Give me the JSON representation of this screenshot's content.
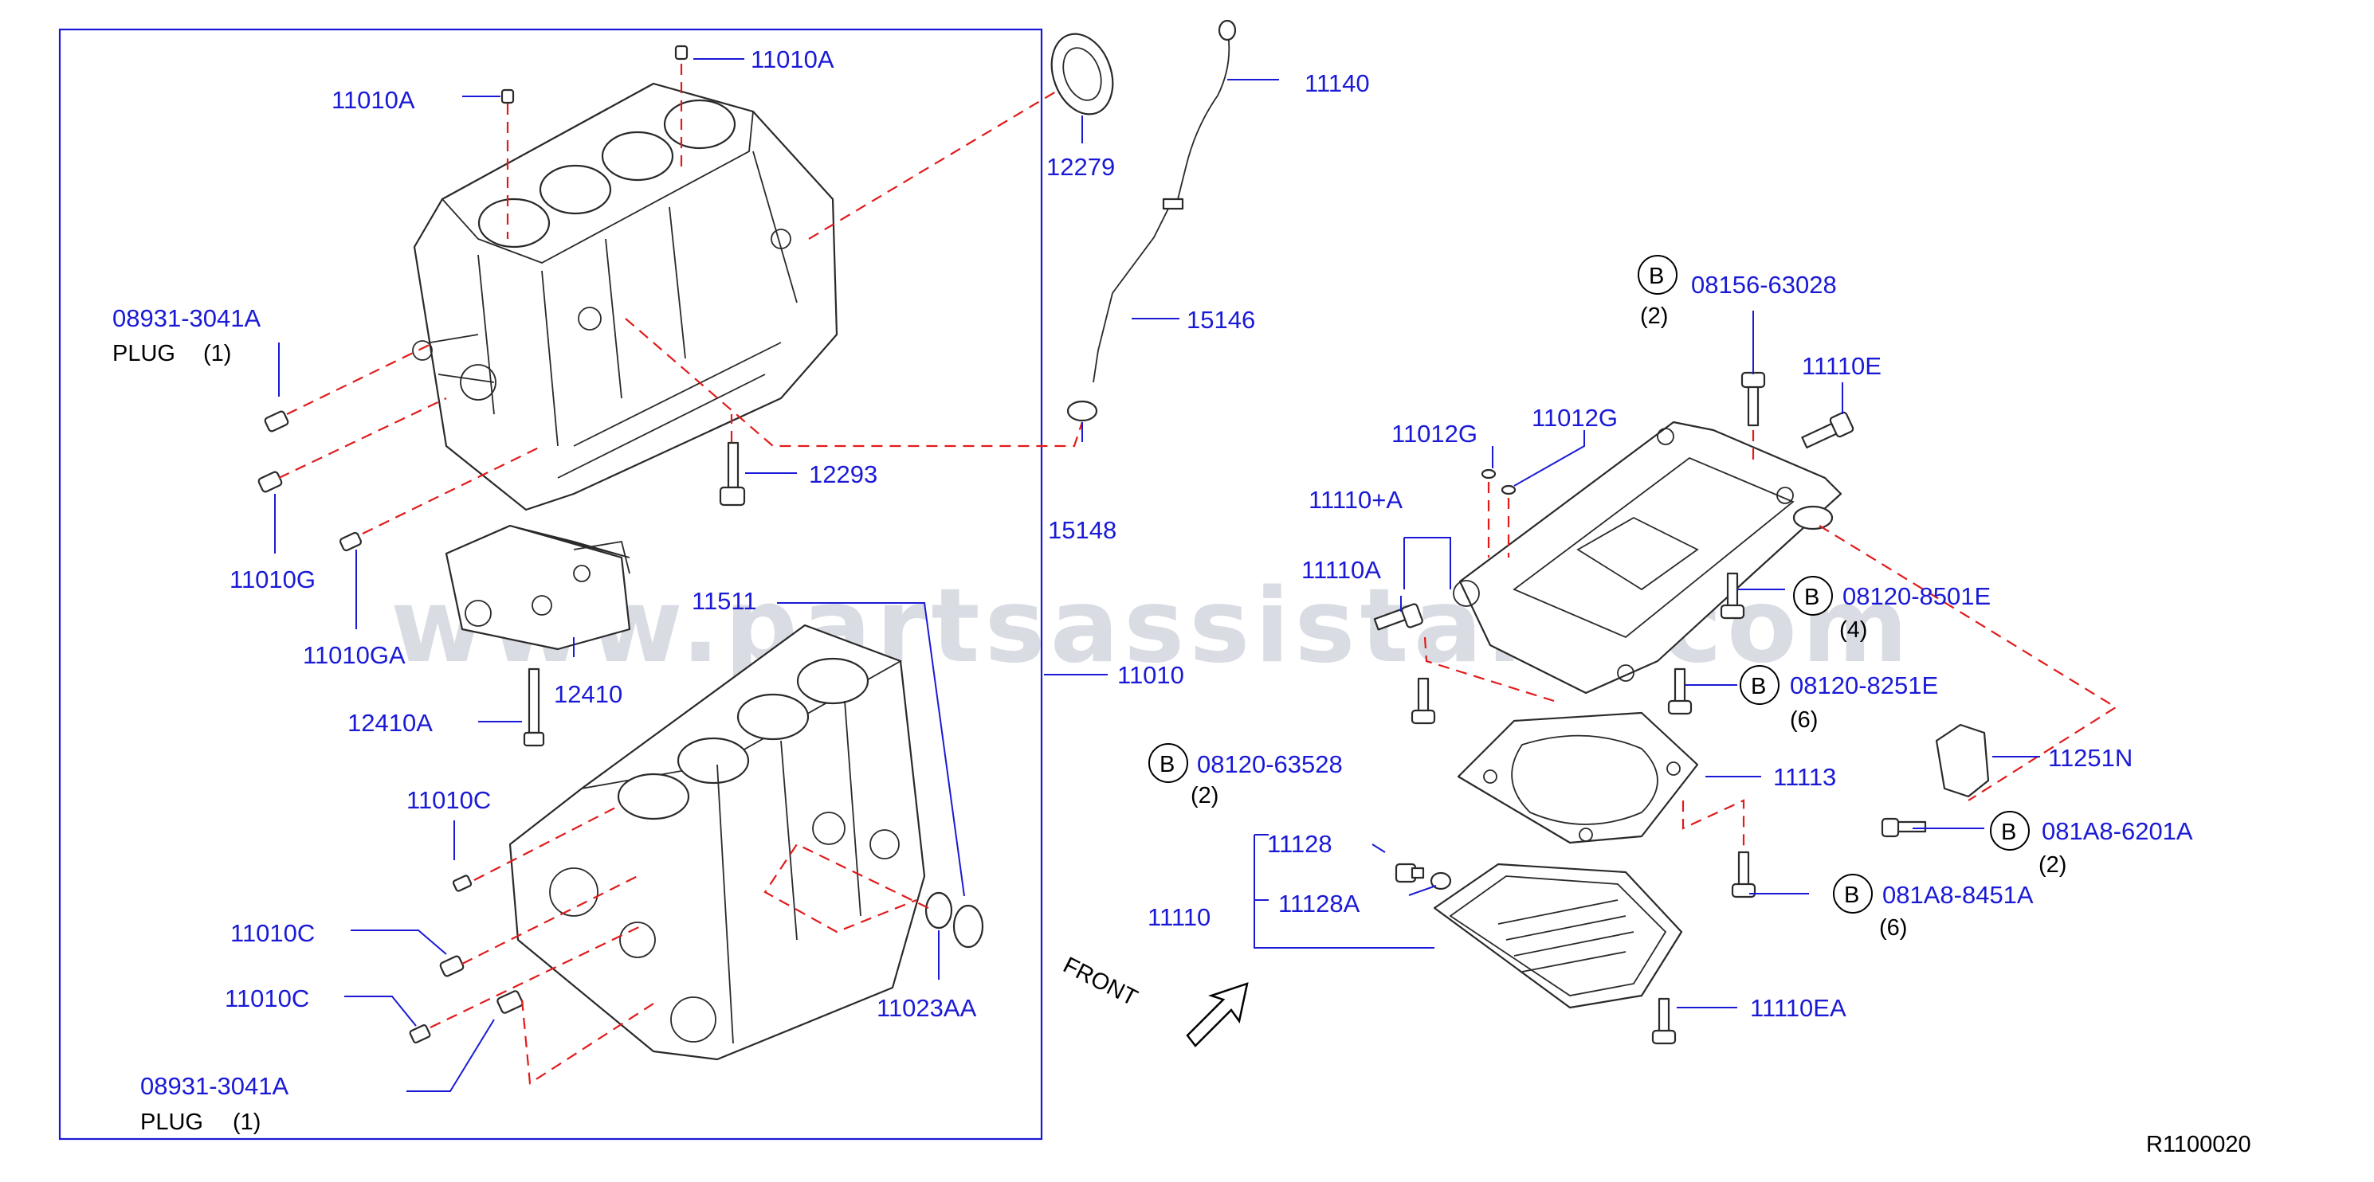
{
  "watermark": "www.partsassistant.com",
  "diagram_code": "R1100020",
  "front_label": "FRONT",
  "bolt_symbol": "B",
  "labels": {
    "p11010A_top": "11010A",
    "p11010A_left": "11010A",
    "p12279": "12279",
    "p11140": "11140",
    "p15146": "15146",
    "p15148": "15148",
    "p08931_top": "08931-3041A",
    "plug_top": "PLUG",
    "plug_top_qty": "(1)",
    "p11010G": "11010G",
    "p11010GA": "11010GA",
    "p12293": "12293",
    "p12410": "12410",
    "p12410A": "12410A",
    "p11511": "11511",
    "p11010": "11010",
    "p11010C_a": "11010C",
    "p11010C_b": "11010C",
    "p11010C_c": "11010C",
    "p08931_bot": "08931-3041A",
    "plug_bot": "PLUG",
    "plug_bot_qty": "(1)",
    "p11023AA": "11023AA",
    "p08156": "08156-63028",
    "p08156_qty": "(2)",
    "p11110E": "11110E",
    "p11012G_a": "11012G",
    "p11012G_b": "11012G",
    "p11110plusA": "11110+A",
    "p11110A": "11110A",
    "p08120_8501E": "08120-8501E",
    "p08120_8501E_qty": "(4)",
    "p08120_8251E": "08120-8251E",
    "p08120_8251E_qty": "(6)",
    "p08120_63528": "08120-63528",
    "p08120_63528_qty": "(2)",
    "p11251N": "11251N",
    "p11113": "11113",
    "p081A8_6201A": "081A8-6201A",
    "p081A8_6201A_qty": "(2)",
    "p11128": "11128",
    "p11128A": "11128A",
    "p11110": "11110",
    "p081A8_8451A": "081A8-8451A",
    "p081A8_8451A_qty": "(6)",
    "p11110EA": "11110EA"
  },
  "colors": {
    "part_number_blue": "#1a1ad6",
    "leader_dash_red": "#e21a1a",
    "outline_dark": "#2a2a2a",
    "watermark_grey": "#d9dde3"
  }
}
